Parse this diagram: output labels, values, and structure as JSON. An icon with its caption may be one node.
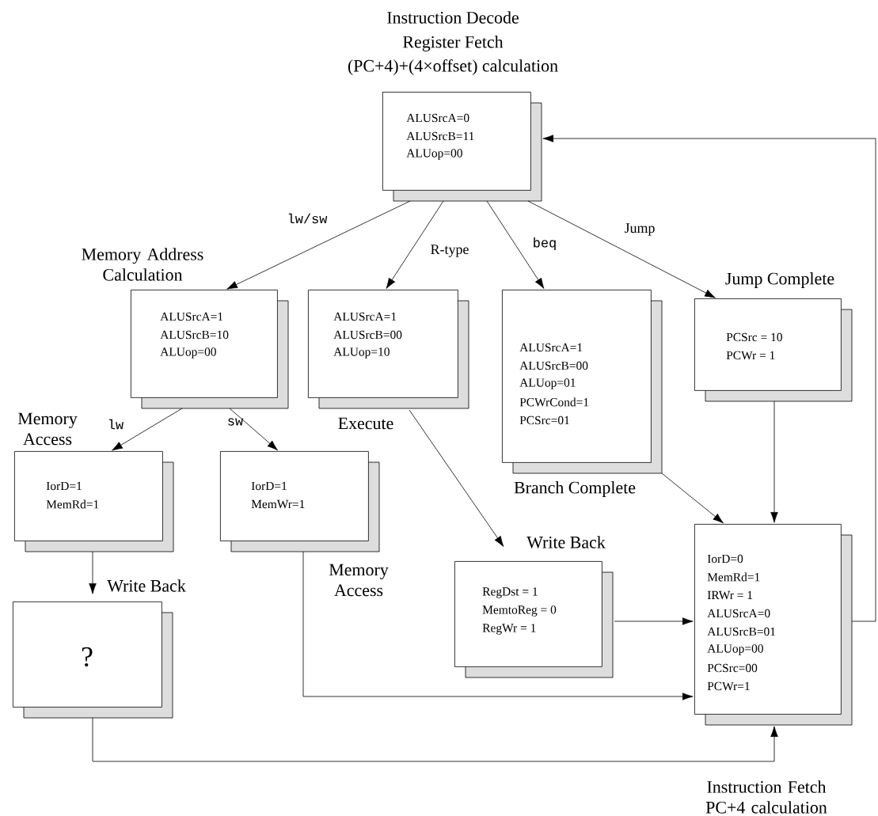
{
  "diagram": {
    "nodes": [
      {
        "text": [
          "Instruction Decode",
          "Register Fetch",
          "(PC+4)+(4×offset) calculation",
          "ALUSrcA=0",
          "ALUSrcB=11",
          "ALUop=00"
        ]
      },
      {
        "text": [
          "Memory Address Calculation",
          "ALUSrcA=1",
          "ALUSrcB=10",
          "ALUop=00"
        ]
      },
      {
        "text": [
          "ALUSrcA=1",
          "ALUSrcB=00",
          "ALUop=10",
          "Execute"
        ]
      },
      {
        "text": [
          "ALUSrcA=1",
          "ALUSrcB=00",
          "ALUop=01",
          "PCWrCond=1",
          "PCSrc=01",
          "Branch Complete"
        ]
      },
      {
        "text": [
          "Jump Complete",
          "PCSrc = 10",
          "PCWr = 1"
        ]
      },
      {
        "text": [
          "Memory Access",
          "IorD=1",
          "MemRd=1"
        ]
      },
      {
        "text": [
          "IorD=1",
          "MemWr=1",
          "Memory Access"
        ]
      },
      {
        "text": [
          "Write Back",
          "RegDst = 1",
          "MemtoReg = 0",
          "RegWr = 1"
        ]
      },
      {
        "text": [
          "Write Back",
          "?"
        ]
      },
      {
        "text": [
          "IorD=0",
          "MemRd=1",
          "IRWr = 1",
          "ALUSrcA=0",
          "ALUSrcB=01",
          "ALUop=00",
          "PCSrc=00",
          "PCWr=1",
          "Instruction Fetch PC+4 calculation"
        ]
      }
    ],
    "edges": [
      {
        "from": 0,
        "to": 1,
        "arrow": "to",
        "label": "lw/sw"
      },
      {
        "from": 0,
        "to": 2,
        "arrow": "to",
        "label": "R-type"
      },
      {
        "from": 0,
        "to": 3,
        "arrow": "to",
        "label": "beq"
      },
      {
        "from": 0,
        "to": 4,
        "arrow": "to",
        "label": "Jump"
      },
      {
        "from": 1,
        "to": 5,
        "arrow": "to",
        "label": "lw"
      },
      {
        "from": 1,
        "to": 6,
        "arrow": "to",
        "label": "sw"
      },
      {
        "from": 2,
        "to": 7,
        "arrow": "to"
      },
      {
        "from": 3,
        "to": 9,
        "arrow": "to"
      },
      {
        "from": 4,
        "to": 9,
        "arrow": "to"
      },
      {
        "from": 7,
        "to": 9,
        "arrow": "to"
      },
      {
        "from": 6,
        "to": 9,
        "arrow": "to"
      },
      {
        "from": 8,
        "to": 9,
        "arrow": "to"
      },
      {
        "from": 5,
        "to": 8,
        "arrow": "to"
      },
      {
        "from": 9,
        "to": 0,
        "arrow": "to"
      }
    ]
  }
}
